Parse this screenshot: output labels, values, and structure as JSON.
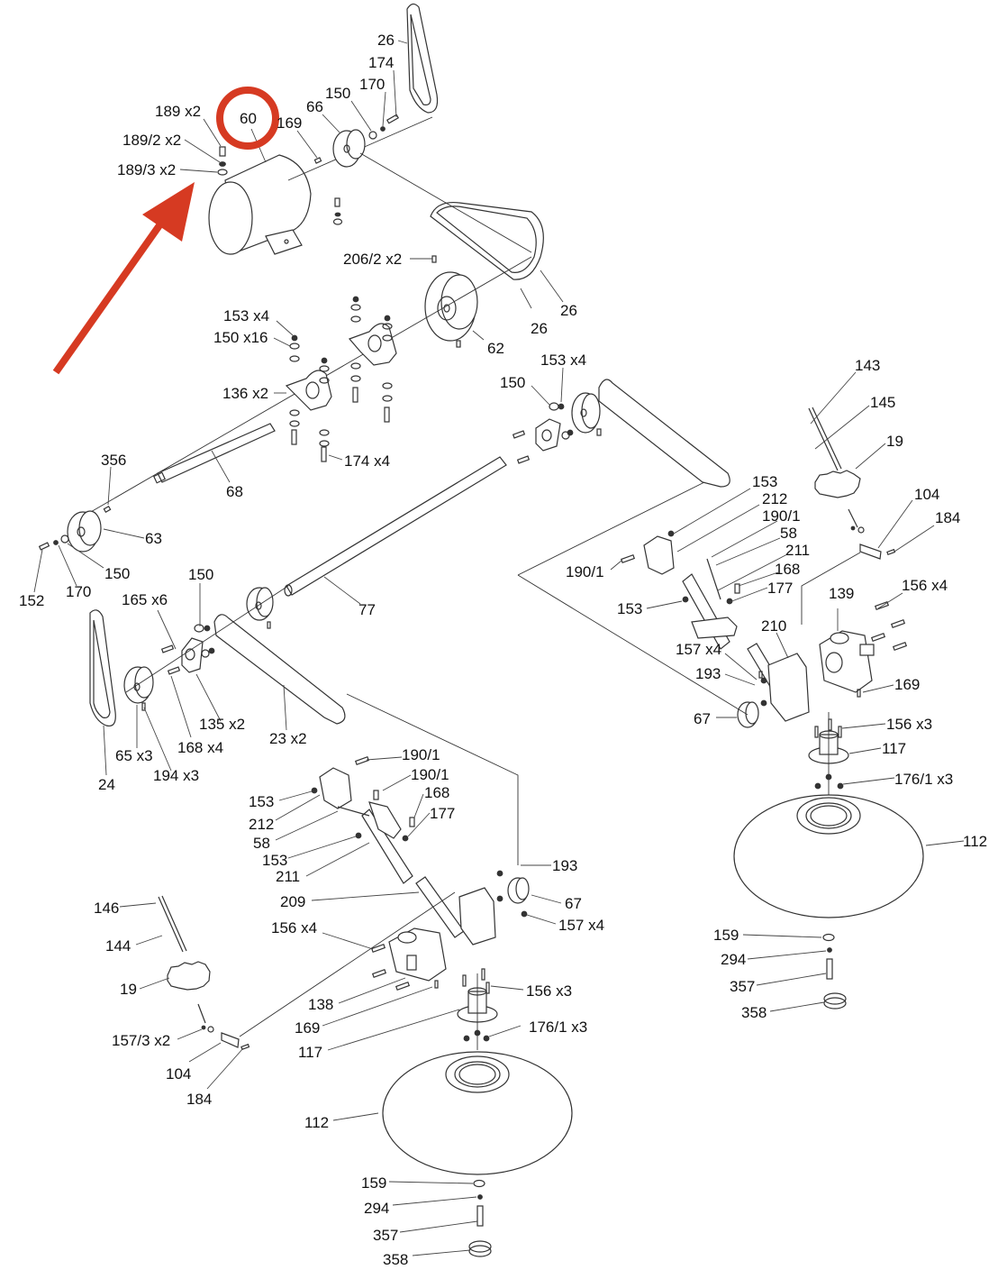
{
  "diagram": {
    "type": "exploded-parts-diagram",
    "highlight": {
      "part": "60",
      "marker": "circle",
      "pointer": "arrow",
      "color": "#d63a22"
    },
    "labels": [
      {
        "id": "l26a",
        "text": "26"
      },
      {
        "id": "l174",
        "text": "174"
      },
      {
        "id": "l170",
        "text": "170"
      },
      {
        "id": "l150a",
        "text": "150"
      },
      {
        "id": "l66",
        "text": "66"
      },
      {
        "id": "l169a",
        "text": "169"
      },
      {
        "id": "l60",
        "text": "60"
      },
      {
        "id": "l189",
        "text": "189 x2"
      },
      {
        "id": "l189_2",
        "text": "189/2 x2"
      },
      {
        "id": "l189_3",
        "text": "189/3 x2"
      },
      {
        "id": "l206",
        "text": "206/2 x2"
      },
      {
        "id": "l26b",
        "text": "26"
      },
      {
        "id": "l26c",
        "text": "26"
      },
      {
        "id": "l62",
        "text": "62"
      },
      {
        "id": "l153x4a",
        "text": "153 x4"
      },
      {
        "id": "l150x16",
        "text": "150 x16"
      },
      {
        "id": "l136",
        "text": "136 x2"
      },
      {
        "id": "l174x4",
        "text": "174 x4"
      },
      {
        "id": "l153x4b",
        "text": "153 x4"
      },
      {
        "id": "l150b",
        "text": "150"
      },
      {
        "id": "l356",
        "text": "356"
      },
      {
        "id": "l68",
        "text": "68"
      },
      {
        "id": "l63",
        "text": "63"
      },
      {
        "id": "l150c",
        "text": "150"
      },
      {
        "id": "l152",
        "text": "152"
      },
      {
        "id": "l170b",
        "text": "170"
      },
      {
        "id": "l150d",
        "text": "150"
      },
      {
        "id": "l165",
        "text": "165 x6"
      },
      {
        "id": "l77",
        "text": "77"
      },
      {
        "id": "l135",
        "text": "135 x2"
      },
      {
        "id": "l168x4",
        "text": "168 x4"
      },
      {
        "id": "l65",
        "text": "65 x3"
      },
      {
        "id": "l194",
        "text": "194 x3"
      },
      {
        "id": "l24",
        "text": "24"
      },
      {
        "id": "l23",
        "text": "23 x2"
      },
      {
        "id": "l143",
        "text": "143"
      },
      {
        "id": "l145",
        "text": "145"
      },
      {
        "id": "l19a",
        "text": "19"
      },
      {
        "id": "l104a",
        "text": "104"
      },
      {
        "id": "l184a",
        "text": "184"
      },
      {
        "id": "l153r1",
        "text": "153"
      },
      {
        "id": "l212r",
        "text": "212"
      },
      {
        "id": "l190_1r1",
        "text": "190/1"
      },
      {
        "id": "l58r",
        "text": "58"
      },
      {
        "id": "l211r",
        "text": "211"
      },
      {
        "id": "l168r",
        "text": "168"
      },
      {
        "id": "l177r",
        "text": "177"
      },
      {
        "id": "l190_1r2",
        "text": "190/1"
      },
      {
        "id": "l153r2",
        "text": "153"
      },
      {
        "id": "l156x4r",
        "text": "156 x4"
      },
      {
        "id": "l139",
        "text": "139"
      },
      {
        "id": "l210",
        "text": "210"
      },
      {
        "id": "l157x4r",
        "text": "157 x4"
      },
      {
        "id": "l193r",
        "text": "193"
      },
      {
        "id": "l169r",
        "text": "169"
      },
      {
        "id": "l67r",
        "text": "67"
      },
      {
        "id": "l156x3r",
        "text": "156 x3"
      },
      {
        "id": "l117r",
        "text": "117"
      },
      {
        "id": "l176r",
        "text": "176/1 x3"
      },
      {
        "id": "l112r",
        "text": "112"
      },
      {
        "id": "l159r",
        "text": "159"
      },
      {
        "id": "l294r",
        "text": "294"
      },
      {
        "id": "l357r",
        "text": "357"
      },
      {
        "id": "l358r",
        "text": "358"
      },
      {
        "id": "l190_1l1",
        "text": "190/1"
      },
      {
        "id": "l190_1l2",
        "text": "190/1"
      },
      {
        "id": "l168l",
        "text": "168"
      },
      {
        "id": "l153l1",
        "text": "153"
      },
      {
        "id": "l177l",
        "text": "177"
      },
      {
        "id": "l212l",
        "text": "212"
      },
      {
        "id": "l58l",
        "text": "58"
      },
      {
        "id": "l153l2",
        "text": "153"
      },
      {
        "id": "l211l",
        "text": "211"
      },
      {
        "id": "l193l",
        "text": "193"
      },
      {
        "id": "l209",
        "text": "209"
      },
      {
        "id": "l67l",
        "text": "67"
      },
      {
        "id": "l157x4l",
        "text": "157 x4"
      },
      {
        "id": "l146",
        "text": "146"
      },
      {
        "id": "l156x4l",
        "text": "156 x4"
      },
      {
        "id": "l144",
        "text": "144"
      },
      {
        "id": "l19b",
        "text": "19"
      },
      {
        "id": "l138",
        "text": "138"
      },
      {
        "id": "l156x3l",
        "text": "156 x3"
      },
      {
        "id": "l169l",
        "text": "169"
      },
      {
        "id": "l157_3",
        "text": "157/3 x2"
      },
      {
        "id": "l176l",
        "text": "176/1 x3"
      },
      {
        "id": "l117l",
        "text": "117"
      },
      {
        "id": "l104b",
        "text": "104"
      },
      {
        "id": "l184b",
        "text": "184"
      },
      {
        "id": "l112l",
        "text": "112"
      },
      {
        "id": "l159l",
        "text": "159"
      },
      {
        "id": "l294l",
        "text": "294"
      },
      {
        "id": "l357l",
        "text": "357"
      },
      {
        "id": "l358l",
        "text": "358"
      }
    ]
  }
}
